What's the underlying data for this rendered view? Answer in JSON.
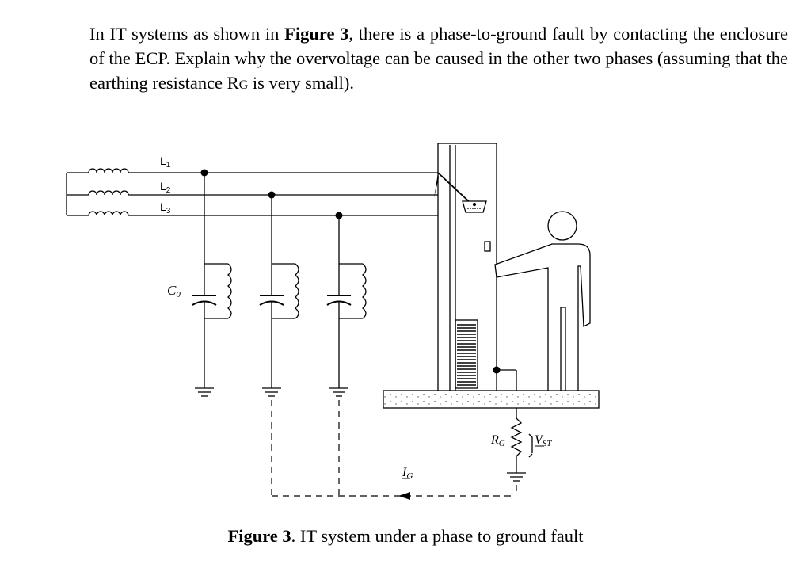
{
  "question": {
    "part1": "In IT systems as shown in ",
    "ref": "Figure 3",
    "part2": ", there is a phase-to-ground fault by contacting the enclosure of the ECP. Explain why the overvoltage can be caused in the other two phases (assuming that the earthing resistance R",
    "sub": "G",
    "part3": " is very small)."
  },
  "figure": {
    "phase_labels": [
      "L",
      "L",
      "L"
    ],
    "phase_subs": [
      "1",
      "2",
      "3"
    ],
    "capacitor_label": "C",
    "capacitor_sub": "0",
    "resistor_label": "R",
    "resistor_sub": "G",
    "voltage_label": "V",
    "voltage_sub": "ST",
    "current_label": "I",
    "current_sub": "G"
  },
  "caption": {
    "bold": "Figure 3",
    "text": ". IT system under a phase to ground fault"
  }
}
